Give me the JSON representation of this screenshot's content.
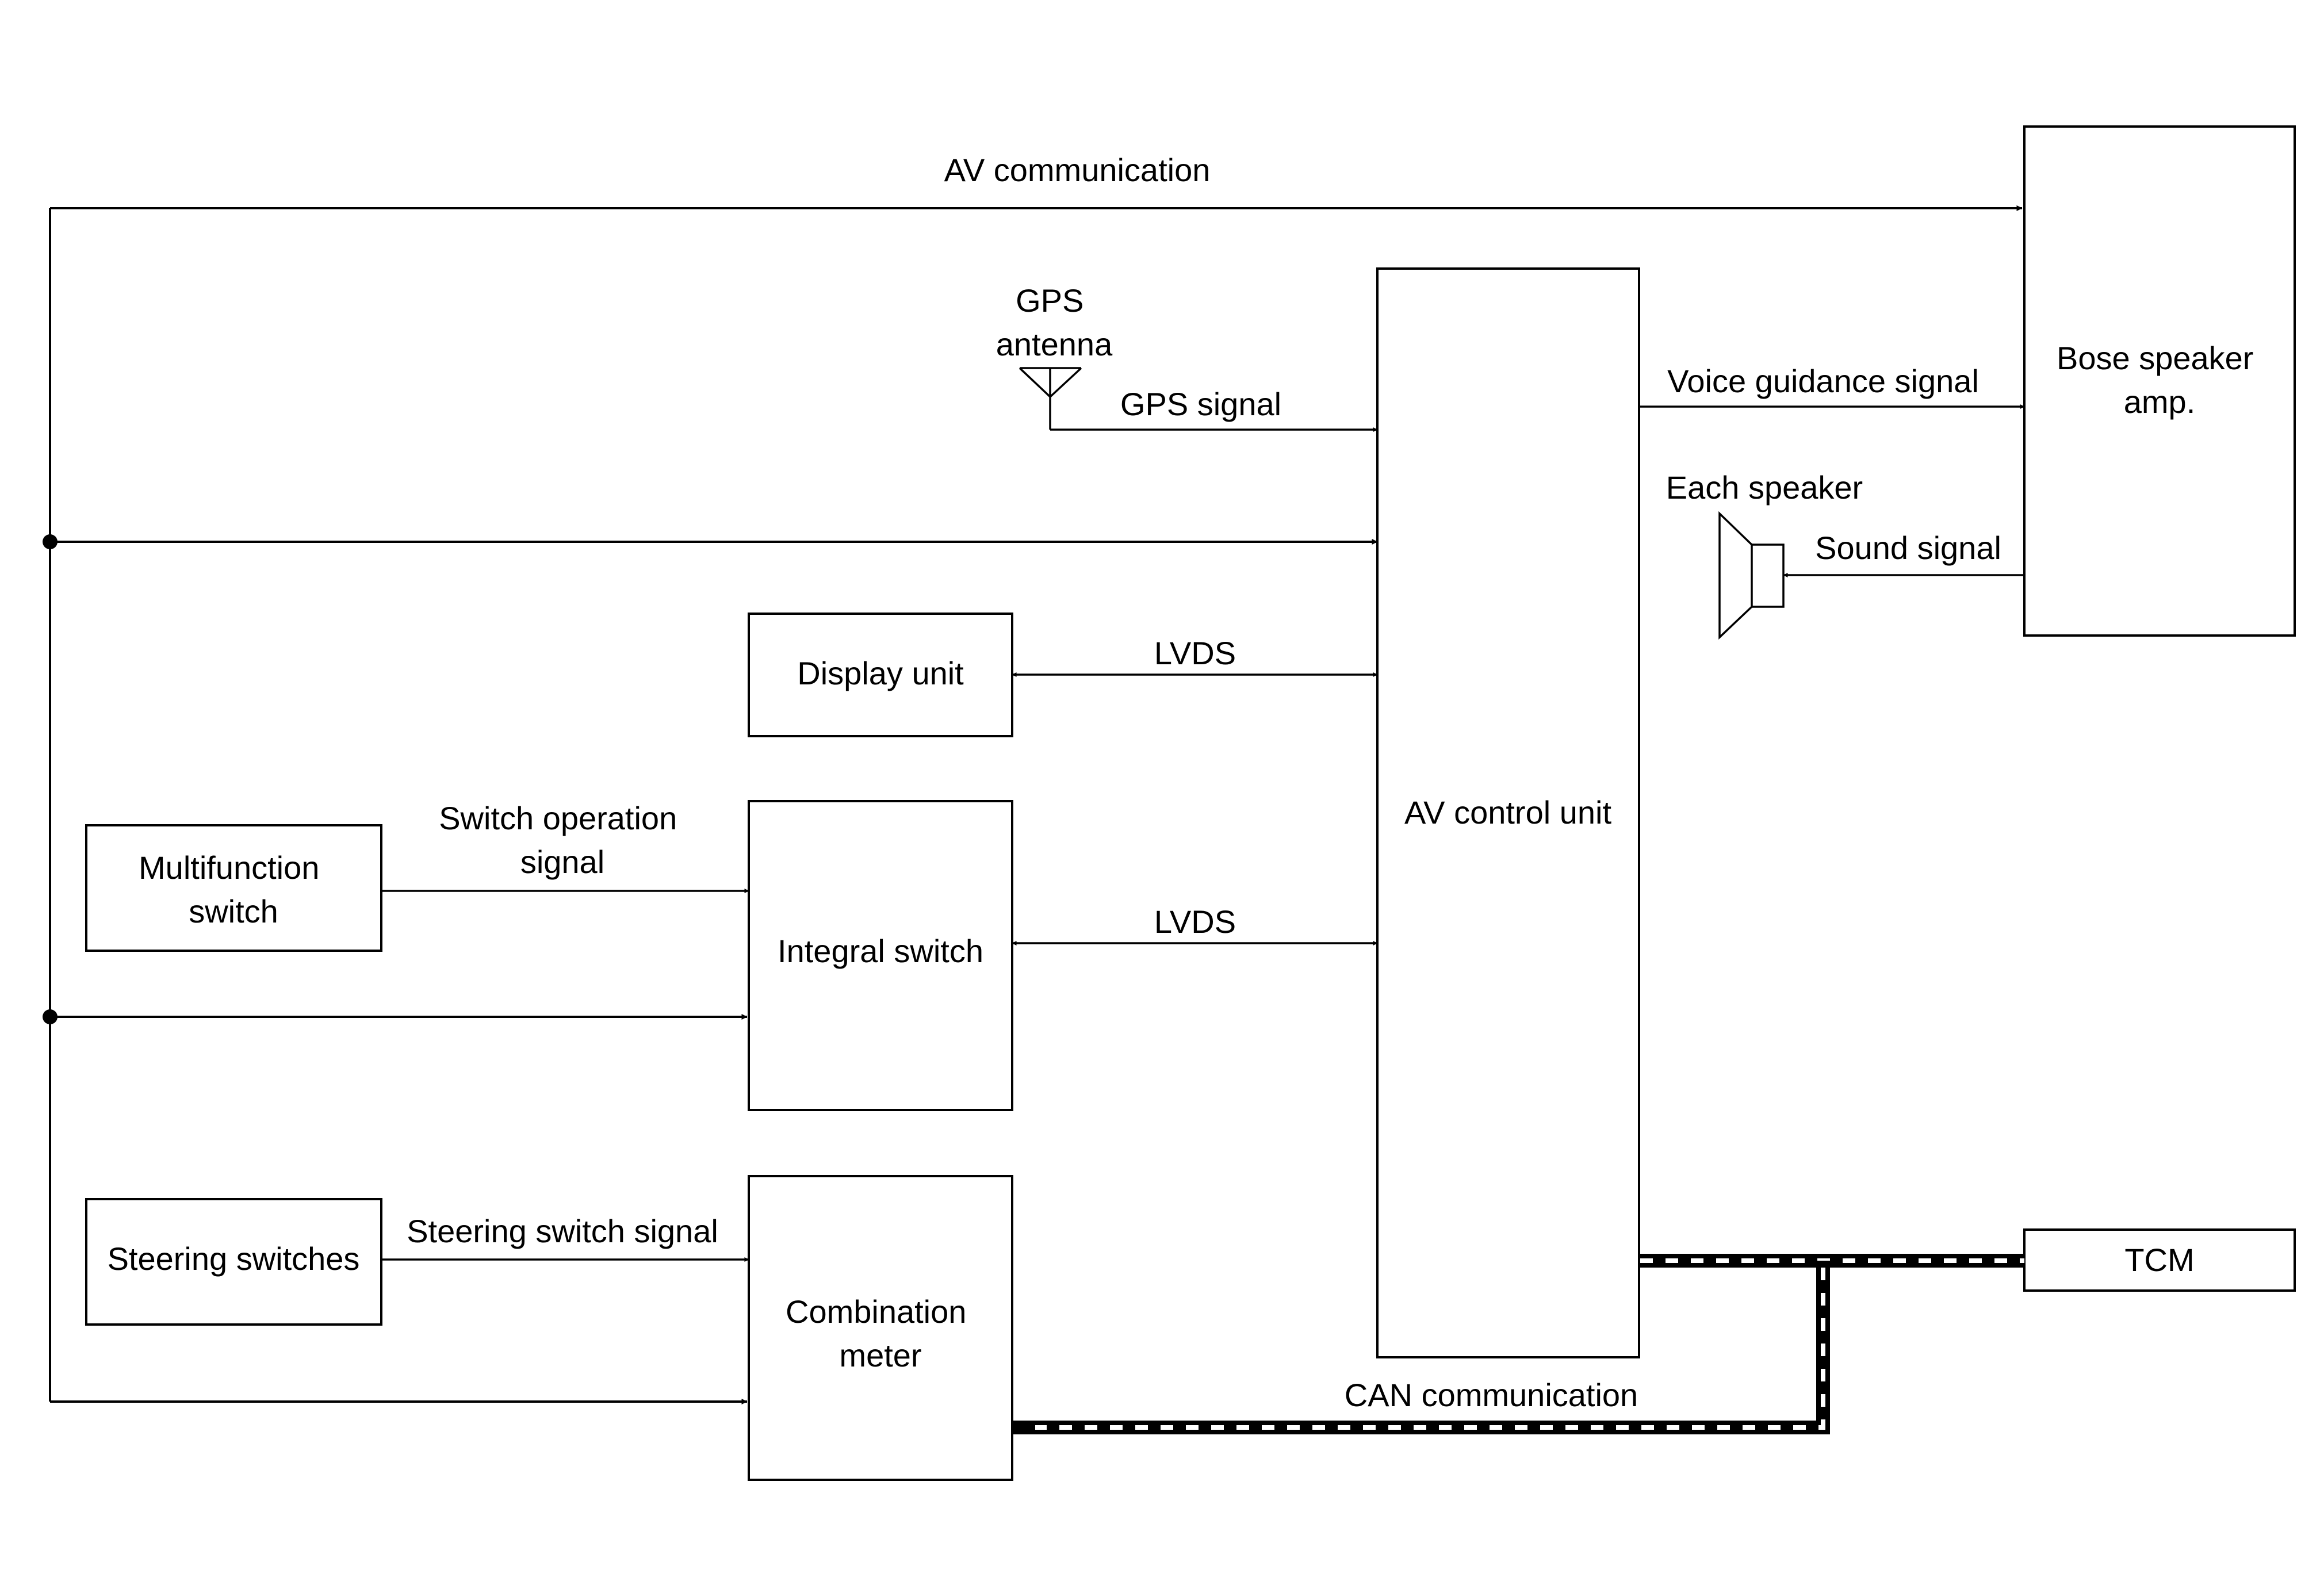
{
  "blocks": {
    "bose_amp": [
      "Bose speaker",
      "amp."
    ],
    "av_control_unit": "AV control unit",
    "display_unit": "Display unit",
    "integral_switch": "Integral switch",
    "combination_meter": [
      "Combination",
      "meter"
    ],
    "multifunction_switch": [
      "Multifunction",
      "switch"
    ],
    "steering_switches": "Steering switches",
    "tcm": "TCM"
  },
  "components": {
    "gps_antenna": [
      "GPS",
      "antenna"
    ],
    "each_speaker": "Each speaker"
  },
  "signals": {
    "av_communication": "AV communication",
    "gps_signal": "GPS signal",
    "voice_guidance": "Voice guidance signal",
    "sound_signal": "Sound signal",
    "lvds_display": "LVDS",
    "lvds_integral": "LVDS",
    "switch_operation": [
      "Switch operation",
      "signal"
    ],
    "steering_switch_signal": "Steering switch signal",
    "can_communication": "CAN communication"
  },
  "colors": {
    "line": "#000000",
    "background": "#ffffff"
  }
}
